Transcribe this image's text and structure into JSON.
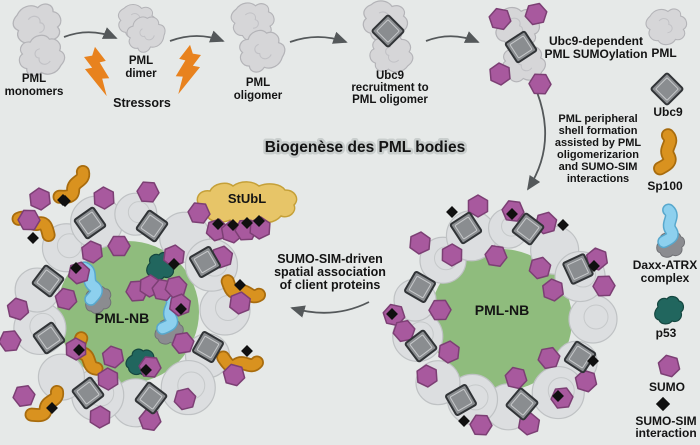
{
  "figure": {
    "title": "Biogenèse des PML bodies",
    "steps": {
      "monomers": [
        "PML",
        "monomers"
      ],
      "stressors": "Stressors",
      "dimer": [
        "PML",
        "dimer"
      ],
      "oligomer": [
        "PML",
        "oligomer"
      ],
      "ubc9_recruitment": [
        "Ubc9",
        "recruitment to",
        "PML oligomer"
      ],
      "sumoylation": [
        "Ubc9-dependent",
        "PML SUMOylation"
      ]
    },
    "annotations": {
      "shell_formation": [
        "PML peripheral",
        "shell formation",
        "assisted by PML",
        "oligomerizarion",
        "and SUMO-SIM",
        "interactions"
      ],
      "client_association": [
        "SUMO-SIM-driven",
        "spatial association",
        "of client proteins"
      ],
      "stubl": "StUbL",
      "nb_left": "PML-NB",
      "nb_right": "PML-NB"
    },
    "legend": {
      "pml": "PML",
      "ubc9": "Ubc9",
      "sp100": "Sp100",
      "daxx_atrx": [
        "Daxx-ATRX",
        "complex"
      ],
      "p53": "p53",
      "sumo": "SUMO",
      "sumo_sim": [
        "SUMO-SIM",
        "interaction"
      ]
    },
    "colors": {
      "background": "#e6e9e8",
      "pmlBlob": "#d6d6d8",
      "pmlBlobStroke": "#b4b4b8",
      "shell": "#dcdee0",
      "shellStroke": "#bfc2c4",
      "green": "#8fbc7d",
      "sumo": "#a8599e",
      "sumoStroke": "#7c3f74",
      "ubc9": "#8a8d90",
      "ubc9Stroke": "#313437",
      "stressor": "#e8821e",
      "sp100": "#d9921f",
      "sp100Stroke": "#a86c0e",
      "p53": "#21665e",
      "p53Stroke": "#154740",
      "daxxBlue": "#8dd0ee",
      "daxxBlueStroke": "#58a8cd",
      "daxxGray": "#8b8c90",
      "stubl": "#e7c568",
      "stublStroke": "#c5a038",
      "interaction": "#101010",
      "arrow": "#54585a",
      "text": "#141414"
    }
  }
}
